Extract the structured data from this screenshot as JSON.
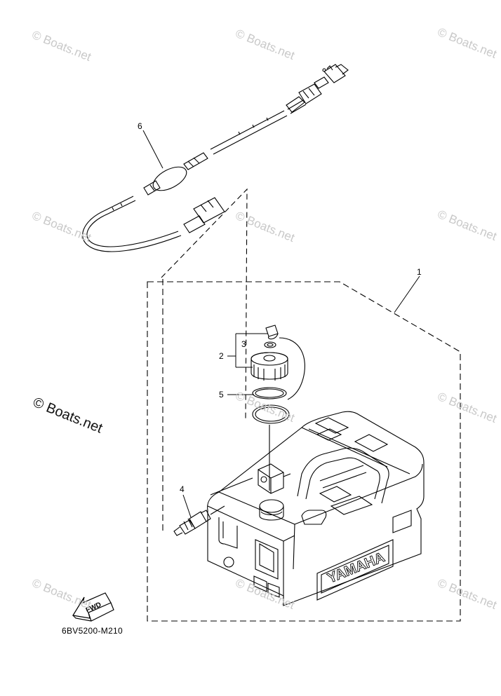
{
  "watermark": {
    "small": "© Boats.net",
    "large": "© Boats.net"
  },
  "callouts": [
    "1",
    "2",
    "3",
    "4",
    "5",
    "6"
  ],
  "tank_brand": "YAMAHA",
  "fwd_label": "FWD",
  "diagram_code": "6BV5200-M210"
}
